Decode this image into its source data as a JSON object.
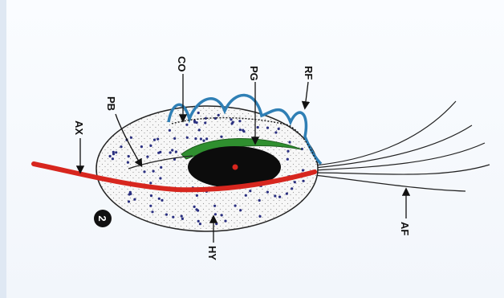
{
  "figure": {
    "number": "2",
    "colors": {
      "axostyle": "#d7261e",
      "parabasal_body": "#2f8f2f",
      "costa_membrane": "#2f7fb5",
      "nucleus": "#0c0c0c",
      "cytoplasm_dots": "#2a2f80"
    }
  },
  "labels": {
    "co": "CO",
    "pg": "PG",
    "rf": "RF",
    "pb": "PB",
    "ax": "AX",
    "hy": "HY",
    "af": "AF"
  }
}
